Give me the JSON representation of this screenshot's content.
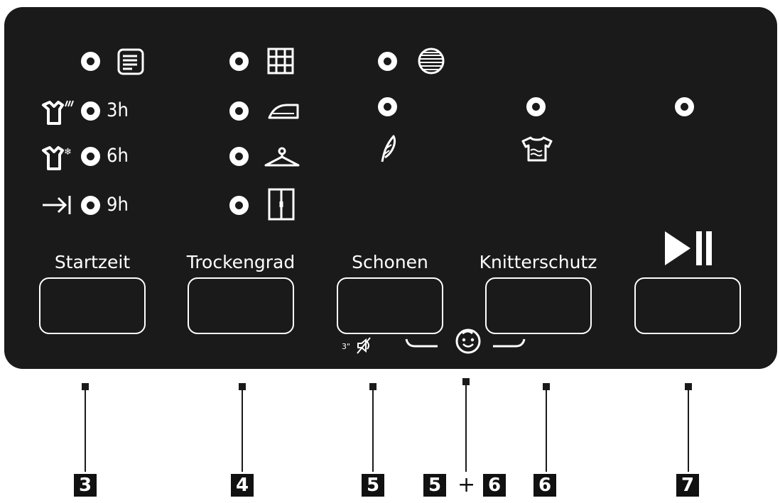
{
  "panel": {
    "background": "#1a1a1a",
    "startzeit_options": [
      {
        "icon": "washing-list-icon",
        "label": ""
      },
      {
        "icon": "shirt-heat-icon",
        "label": "3h"
      },
      {
        "icon": "shirt-snow-icon",
        "label": "6h"
      },
      {
        "icon": "arrow-to-end-icon",
        "label": "9h"
      }
    ],
    "trockengrad_options": [
      {
        "icon": "grid-icon"
      },
      {
        "icon": "iron-icon"
      },
      {
        "icon": "hanger-icon"
      },
      {
        "icon": "wardrobe-icon"
      }
    ],
    "schonen_options": [
      {
        "icon": "drum-icon"
      },
      {
        "icon": "feather-icon"
      }
    ],
    "knitterschutz_indicator": {
      "icon": "shirt-wave-icon"
    },
    "start_pause_indicator": {
      "icon": "none"
    }
  },
  "buttons": {
    "startzeit": "Startzeit",
    "trockengrad": "Trockengrad",
    "schonen": "Schonen",
    "knitterschutz": "Knitterschutz",
    "start_pause_icon": "play-pause-icon"
  },
  "extras": {
    "signal_off_hint": "3\"",
    "child_lock_icon": "child-face-icon"
  },
  "callouts": {
    "startzeit": "3",
    "trockengrad": "4",
    "schonen": "5",
    "combo_left": "5",
    "combo_plus": "+",
    "combo_right": "6",
    "knitterschutz": "6",
    "start_pause": "7"
  }
}
